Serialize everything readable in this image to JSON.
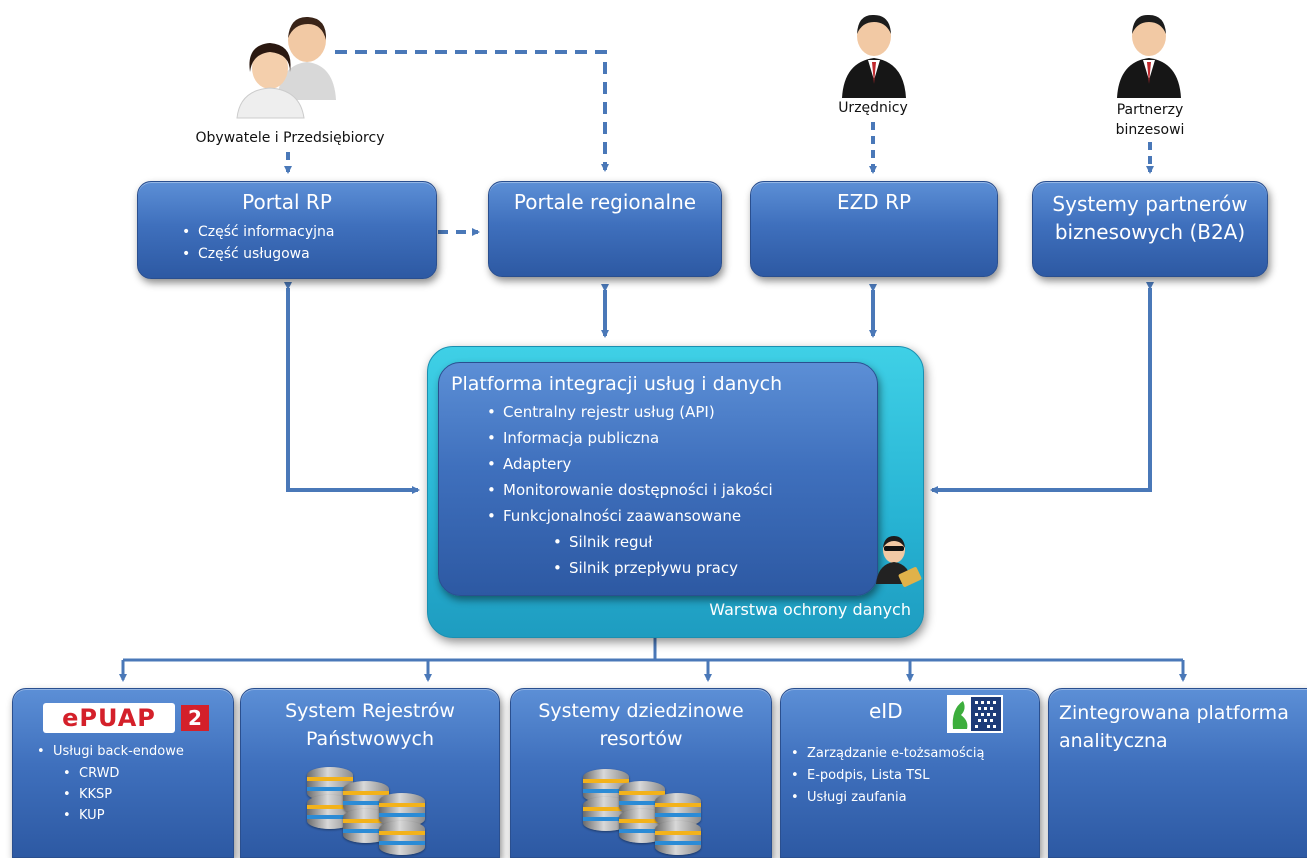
{
  "actors": {
    "citizens": "Obywatele i Przedsiębiorcy",
    "officials": "Urzędnicy",
    "partners": "Partnerzy\nbinzesowi"
  },
  "portal_rp": {
    "title": "Portal RP",
    "items": [
      "Część informacyjna",
      "Część usługowa"
    ]
  },
  "portale_regionalne": {
    "title": "Portale regionalne"
  },
  "ezd_rp": {
    "title": "EZD RP"
  },
  "b2a": {
    "title": "Systemy partnerów biznesowych (B2A)"
  },
  "platform": {
    "title": "Platforma integracji usług i danych",
    "items": [
      "Centralny rejestr usług (API)",
      "Informacja publiczna",
      "Adaptery",
      "Monitorowanie dostępności i jakości",
      "Funkcjonalności zaawansowane"
    ],
    "subitems": [
      "Silnik reguł",
      "Silnik przepływu pracy"
    ],
    "protection_layer": "Warstwa ochrony danych"
  },
  "epuap": {
    "logo": "ePUAP",
    "logo_num": "2",
    "items": [
      "Usługi back-endowe"
    ],
    "subitems": [
      "CRWD",
      "KKSP",
      "KUP"
    ]
  },
  "srp": {
    "title": "System Rejestrów Państwowych"
  },
  "resorty": {
    "title": "Systemy dziedzinowe resortów"
  },
  "eid": {
    "title": "eID",
    "items": [
      "Zarządzanie e-tożsamością",
      "E-podpis, Lista TSL",
      "Usługi zaufania"
    ]
  },
  "zpa": {
    "title": "Zintegrowana platforma analityczna"
  },
  "colors": {
    "box": "#3f70bd",
    "connector": "#4a78b8",
    "outer": "#27b3d3",
    "epuap_red": "#d4202a"
  }
}
